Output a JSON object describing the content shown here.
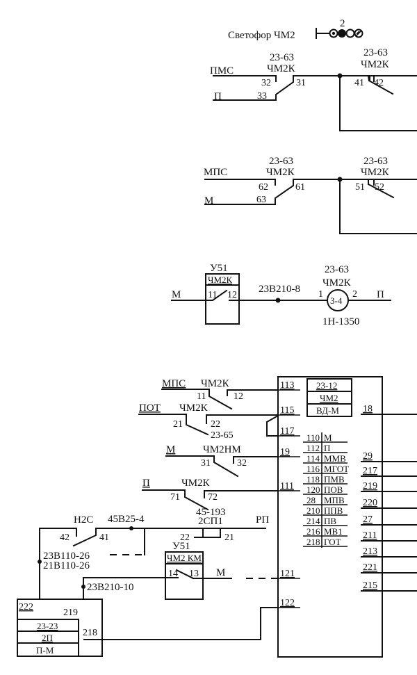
{
  "signal": {
    "label": "Светофор ЧМ2",
    "aspect_number": "2"
  },
  "circuit1": {
    "left_top_label": "ПМС",
    "left_bottom_label": "П",
    "relay1": {
      "group": "23-63",
      "name": "ЧМ2К",
      "pins": [
        "32",
        "31",
        "33"
      ]
    },
    "relay2": {
      "group": "23-63",
      "name": "ЧМ2К",
      "pins": [
        "41",
        "42"
      ]
    }
  },
  "circuit2": {
    "left_top_label": "МПС",
    "left_bottom_label": "М",
    "relay1": {
      "group": "23-63",
      "name": "ЧМ2К",
      "pins": [
        "62",
        "61",
        "63"
      ]
    },
    "relay2": {
      "group": "23-63",
      "name": "ЧМ2К",
      "pins": [
        "51",
        "52"
      ]
    }
  },
  "circuit3": {
    "left_label": "М",
    "right_label": "П",
    "block": {
      "title": "У51",
      "name": "ЧМ2К",
      "pins": [
        "11",
        "12"
      ]
    },
    "node_label": "23В210-8",
    "coil": {
      "group": "23-63",
      "name": "ЧМ2К",
      "inner": "3-4",
      "pins": [
        "1",
        "2"
      ],
      "type": "1Н-1350"
    }
  },
  "circuit4": {
    "contacts": [
      {
        "label": "МПС",
        "relay": "ЧМ2К",
        "pins": [
          "11",
          "12"
        ]
      },
      {
        "label": "ПОТ",
        "relay": "ЧМ2К",
        "pins": [
          "21",
          "22"
        ],
        "extra": "23-65"
      },
      {
        "label": "М",
        "relay": "ЧМ2НМ",
        "pins": [
          "31",
          "32"
        ]
      },
      {
        "label": "П",
        "relay": "ЧМ2К",
        "pins": [
          "71",
          "72"
        ]
      }
    ],
    "n2c": {
      "label": "Н2С",
      "pins": [
        "42",
        "41"
      ],
      "node": "45В25-4"
    },
    "relay_2sp": {
      "group": "45-193",
      "name": "2СП1",
      "pins": [
        "22",
        "21"
      ],
      "right_label": "РП"
    },
    "left_nodes": [
      "23В110-26",
      "21В110-26"
    ],
    "node_23b210": "23В210-10",
    "block_u51": {
      "title": "У51",
      "name": "ЧМ2 КМ",
      "pins": [
        "14",
        "13"
      ],
      "out_label": "М"
    },
    "bottom_block": {
      "pins": [
        "222",
        "219",
        "218"
      ],
      "rows": [
        "23-23",
        "2П",
        "П-М"
      ]
    },
    "main_block": {
      "header_rows": [
        "23-12",
        "ЧМ2",
        "ВД-М"
      ],
      "left_pins": [
        "113",
        "115",
        "117",
        "19",
        "111",
        "121",
        "122"
      ],
      "right_pins": [
        "18",
        "29",
        "217",
        "219",
        "220",
        "27",
        "211",
        "213",
        "221",
        "215"
      ],
      "table": [
        {
          "pin": "110",
          "name": "М"
        },
        {
          "pin": "112",
          "name": "П"
        },
        {
          "pin": "114",
          "name": "ММВ"
        },
        {
          "pin": "116",
          "name": "МГОТ"
        },
        {
          "pin": "118",
          "name": "ПМВ"
        },
        {
          "pin": "120",
          "name": "ПОВ"
        },
        {
          "pin": "28",
          "name": "МПВ"
        },
        {
          "pin": "210",
          "name": "ППВ"
        },
        {
          "pin": "214",
          "name": "ПВ"
        },
        {
          "pin": "216",
          "name": "МВ1"
        },
        {
          "pin": "218",
          "name": "ГОТ"
        }
      ]
    }
  }
}
